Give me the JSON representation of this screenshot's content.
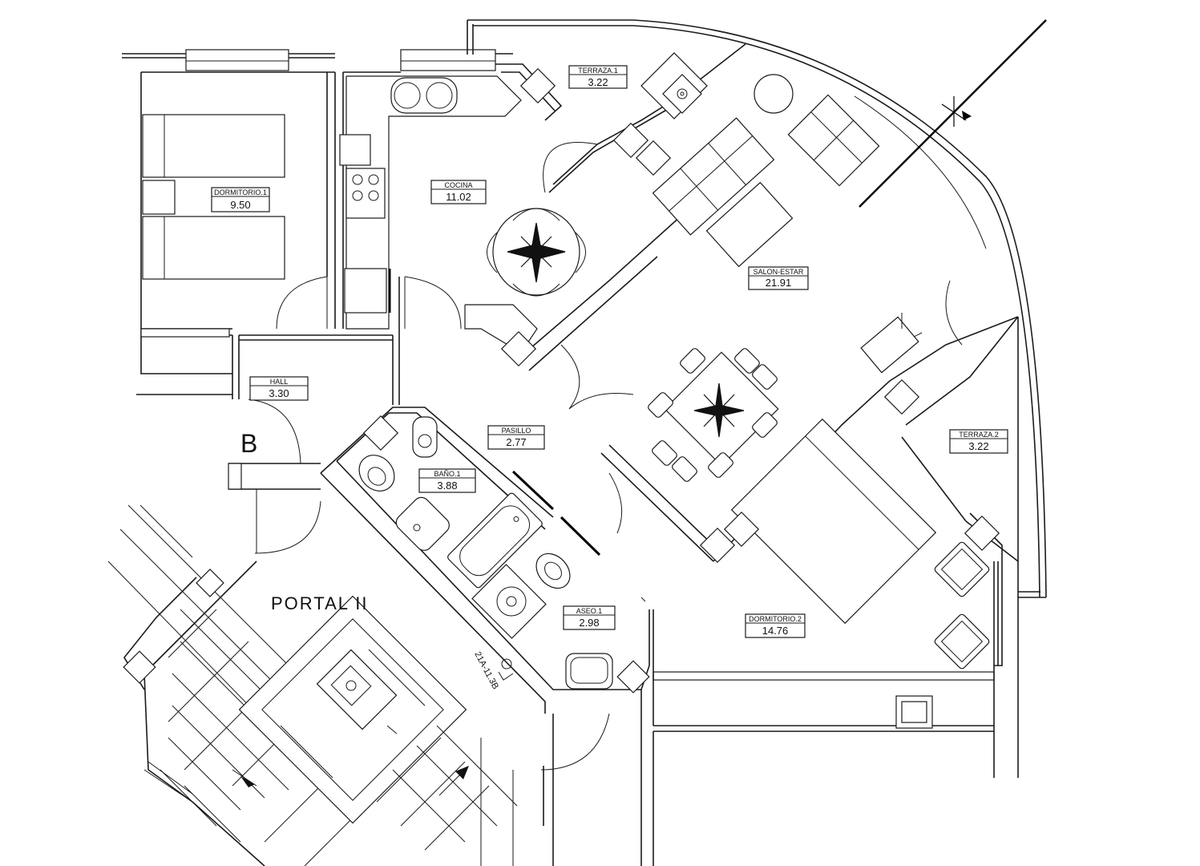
{
  "plan": {
    "unit_letter": "B",
    "portal_label": "PORTAL II",
    "stair_code": "21A-11.3B",
    "rooms": [
      {
        "id": "dormitorio1",
        "name": "DORMITORIO.1",
        "area": "9.50"
      },
      {
        "id": "cocina",
        "name": "COCINA",
        "area": "11.02"
      },
      {
        "id": "terraza1",
        "name": "TERRAZA.1",
        "area": "3.22"
      },
      {
        "id": "salon",
        "name": "SALON-ESTAR",
        "area": "21.91"
      },
      {
        "id": "hall",
        "name": "HALL",
        "area": "3.30"
      },
      {
        "id": "pasillo",
        "name": "PASILLO",
        "area": "2.77"
      },
      {
        "id": "bano1",
        "name": "BAÑO.1",
        "area": "3.88"
      },
      {
        "id": "terraza2",
        "name": "TERRAZA.2",
        "area": "3.22"
      },
      {
        "id": "aseo1",
        "name": "ASEO.1",
        "area": "2.98"
      },
      {
        "id": "dormitorio2",
        "name": "DORMITORIO.2",
        "area": "14.76"
      }
    ]
  }
}
